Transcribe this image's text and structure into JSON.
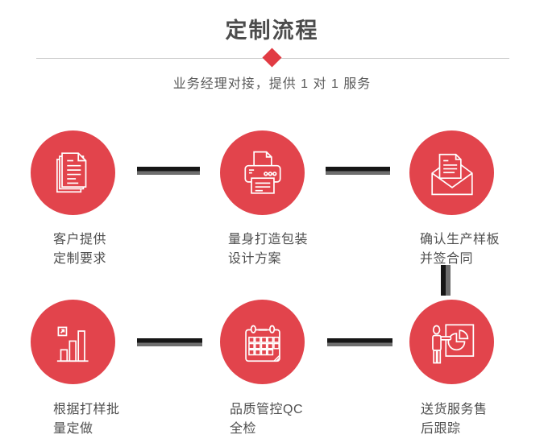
{
  "page": {
    "title": "定制流程",
    "subtitle": "业务经理对接，提供 1 对 1 服务"
  },
  "colors": {
    "circle_red": "#e2444c",
    "diamond_red": "#e13b43",
    "divider_gray": "#cccccc",
    "connector_black": "#161616",
    "connector_gray": "#6e6e6e",
    "title_text": "#4c4c4c",
    "body_text": "#4f4f4f",
    "icon_stroke": "#ffffff"
  },
  "steps": [
    {
      "icon": "documents-icon",
      "label_line1": "客户提供",
      "label_line2": "定制要求"
    },
    {
      "icon": "printer-icon",
      "label_line1": "量身打造包装",
      "label_line2": "设计方案"
    },
    {
      "icon": "envelope-icon",
      "label_line1": "确认生产样板",
      "label_line2": "并签合同"
    },
    {
      "icon": "bar-chart-icon",
      "label_line1": "根据打样批",
      "label_line2": "量定做"
    },
    {
      "icon": "calendar-icon",
      "label_line1": "品质管控QC",
      "label_line2": "全检"
    },
    {
      "icon": "presentation-icon",
      "label_line1": "送货服务售",
      "label_line2": "后跟踪"
    }
  ]
}
